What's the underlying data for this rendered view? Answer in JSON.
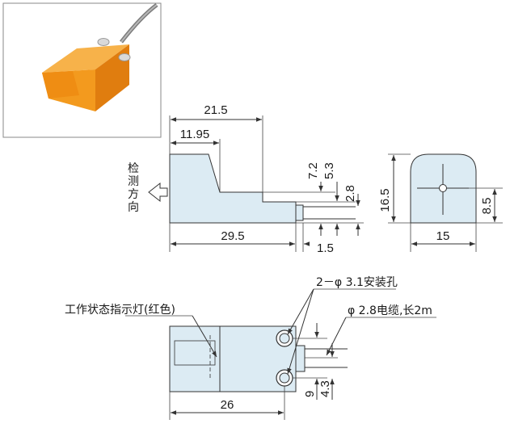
{
  "side_view": {
    "dims": {
      "overall_top": "21.5",
      "step_top": "11.95",
      "length": "29.5",
      "offset_1_5": "1.5",
      "h_7_2": "7.2",
      "h_5_3": "5.3",
      "h_2_8": "2.8"
    },
    "direction_label": [
      "检",
      "测",
      "方",
      "向"
    ]
  },
  "front_view": {
    "dims": {
      "height": "16.5",
      "center": "8.5",
      "width": "15"
    }
  },
  "top_view": {
    "dims": {
      "length": "26",
      "v_9": "9",
      "v_4_3": "4.3"
    },
    "indicator_label": "工作状态指示灯(红色)",
    "holes_label": "2－φ 3.1安装孔",
    "cable_label": "φ 2.8电缆,长2m"
  },
  "colors": {
    "sensor_orange": "#f39a1e",
    "body_fill": "#dcebf3"
  }
}
